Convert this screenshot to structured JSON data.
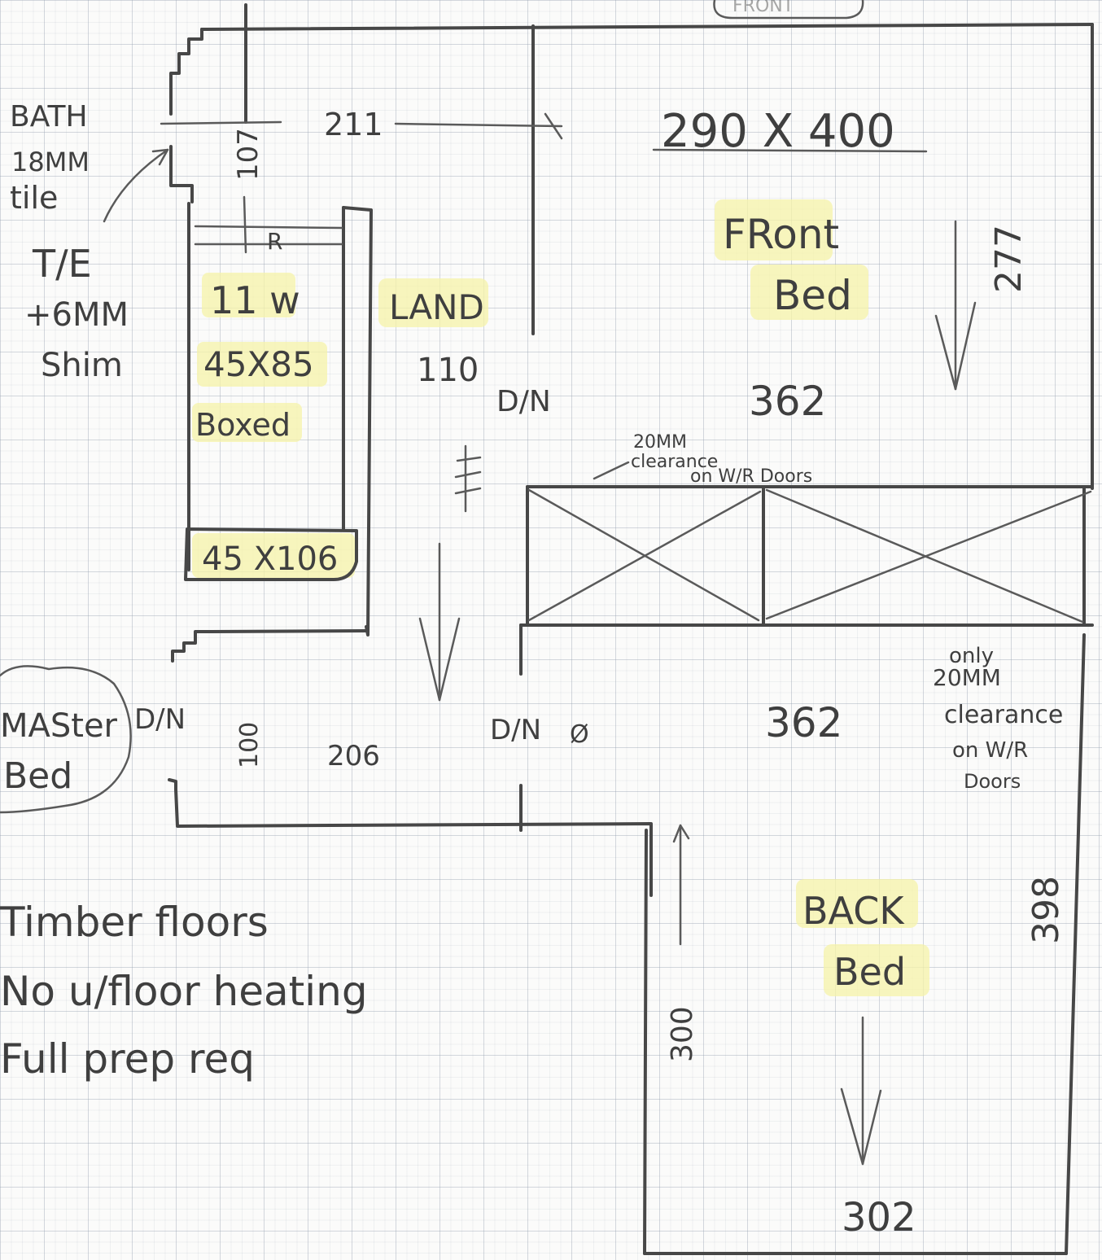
{
  "front_tag": "FRONT",
  "bath_note": [
    "BATH",
    "18MM",
    "tile"
  ],
  "te_note": [
    "T/E",
    "+6MM",
    "Shim"
  ],
  "dim_211": "211",
  "dim_107": "107",
  "r_mark": "R",
  "stair_block": [
    "11 w",
    "45X85",
    "Boxed"
  ],
  "stair_bottom": "45 X106",
  "land_label": "LAND",
  "land_dim": "110",
  "dn_labels": [
    "D/N",
    "D/N",
    "D/N"
  ],
  "front_bed": {
    "size": "290 X 400",
    "label": [
      "FRont",
      "Bed"
    ],
    "dim_362": "362",
    "dim_side": "277"
  },
  "clearance_top": [
    "20MM",
    "clearance",
    "on W/R Doors"
  ],
  "clearance_bottom": [
    "only",
    "20MM",
    "clearance",
    "on W/R",
    "Doors"
  ],
  "hall_dim_362": "362",
  "dn_extra": "Ø",
  "master_bed": [
    "MASter",
    "Bed"
  ],
  "dim_100": "100",
  "dim_206": "206",
  "back_bed": {
    "label": [
      "BACK",
      "Bed"
    ],
    "dim_300": "300",
    "dim_398": "398",
    "dim_302": "302"
  },
  "notes": [
    "Timber floors",
    "No u/floor heating",
    "Full prep req"
  ]
}
